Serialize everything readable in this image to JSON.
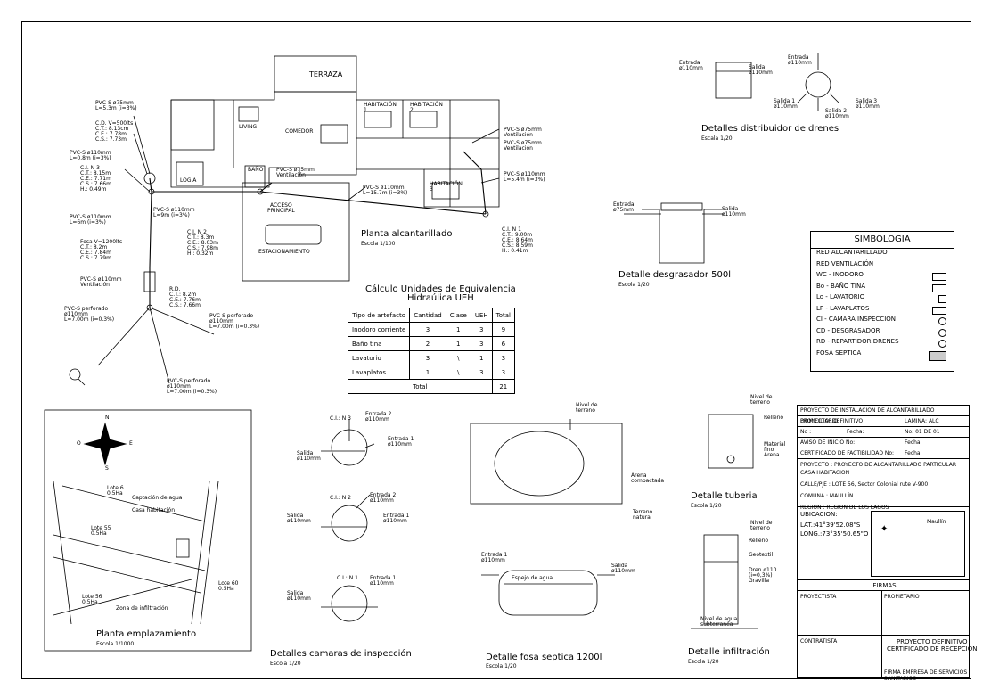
{
  "plan": {
    "title": "Planta alcantarillado",
    "scale": "Escola 1/100",
    "rooms": {
      "terraza": "TERRAZA",
      "hab1": "HABITACIÓN\n1",
      "hab2": "HABITACIÓN\n2",
      "hab3": "HABITACIÓN\n3",
      "living": "LIVING",
      "comedor": "COMEDOR",
      "bano": "BAÑO",
      "logia": "LOGIA",
      "acceso": "ACCESO\nPRINCIPAL",
      "estacionamiento": "ESTACIONAMIENTO"
    },
    "labels": {
      "pvc75_1": "PVC-S ø75mm\nL=5.3m (i=3%)",
      "cd": "C.D. V=500lts\nC.T.: 8.13cm\nC.E.: 7.78m\nC.S.: 7.73m",
      "pvc110_1": "PVC-S ø110mm\nL=0.8m (i=3%)",
      "ci3": "C.I. N 3\nC.T.: 8.15m\nC.E.: 7.71m\nC.S.: 7.66m\nH.: 0.49m",
      "pvc110_9": "PVC-S ø110mm\nL=9m (i=3%)",
      "pvc110_6": "PVC-S ø110mm\nL=6m (i=3%)",
      "fosa": "Fosa V=1200lts\nC.T.: 8.2m\nC.E.: 7.84m\nC.S.: 7.79m",
      "pvc110_vent": "PVC-S ø110mm\nVentilación",
      "rd": "R.D.\nC.T.: 8.2m\nC.E.: 7.76m\nC.S.: 7.66m",
      "perf1": "PVC-S perforado\nø110mm\nL=7.00m (i=0.3%)",
      "perf2": "PVC-S perforado\nø110mm\nL=7.00m (i=0.3%)",
      "perf3": "PVC-S perforado\nø110mm\nL=7.00m (i=0.3%)",
      "ci2": "C.I. N 2\nC.T.: 8.3m\nC.E.: 8.03m\nC.S.: 7.98m\nH.: 0.32m",
      "vent75_a": "PVC-S ø75mm\nVentilación",
      "vent75_b": "PVC-S ø75mm\nVentilación",
      "vent75_c": "PVC-S ø75mm\nVentilación",
      "pvc110_15": "PVC-S ø110mm\nL=15.7m (i=3%)",
      "pvc110_54": "PVC-S ø110mm\nL=5.4m (i=3%)",
      "ci1": "C.I. N 1\nC.T.: 9.00m\nC.E.: 8.64m\nC.S.: 8.59m\nH.: 0.41m"
    }
  },
  "calc": {
    "title": "Cálculo Unidades de Equivalencia\nHidraúlica UEH",
    "headers": [
      "Tipo de artefacto",
      "Cantidad",
      "Clase",
      "UEH",
      "Total"
    ],
    "rows": [
      [
        "Inodoro corriente",
        "3",
        "1",
        "3",
        "9"
      ],
      [
        "Baño tina",
        "2",
        "1",
        "3",
        "6"
      ],
      [
        "Lavatorio",
        "3",
        "\\",
        "1",
        "3"
      ],
      [
        "Lavaplatos",
        "1",
        "\\",
        "3",
        "3"
      ]
    ],
    "total_label": "Total",
    "total_value": "21"
  },
  "distribuidor": {
    "title": "Detalles distribuidor de drenes",
    "scale": "Escala 1/20",
    "entrada_a": "Entrada\nø110mm",
    "salida_a": "Salida\nø110mm",
    "entrada_b": "Entrada\nø110mm",
    "salida1": "Salida 1\nø110mm",
    "salida2": "Salida 2\nø110mm",
    "salida3": "Salida 3\nø110mm"
  },
  "desgrasador": {
    "title": "Detalle desgrasador 500l",
    "scale": "Escola 1/20",
    "entrada": "Entrada\nø75mm",
    "salida": "Salida\nø110mm"
  },
  "legend": {
    "title": "SIMBOLOGIA",
    "items": [
      "RED ALCANTARILLADO",
      "RED VENTILACIÓN",
      "WC - INODORO",
      "Bo - BAÑO TINA",
      "Lo - LAVATORIO",
      "LP - LAVAPLATOS",
      "CI - CAMARA INSPECCION",
      "CD - DESGRASADOR",
      "RD - REPARTIDOR DRENES",
      "FOSA SEPTICA"
    ]
  },
  "site": {
    "title": "Planta emplazamiento",
    "scale": "Escola 1/1000",
    "lote6": "Lote 6\n0.5Ha",
    "lote55": "Lote 55\n0.5Ha",
    "lote56": "Lote 56\n0.5Ha",
    "lote60": "Lote 60\n0.5Ha",
    "captacion": "Captación de agua",
    "casa": "Casa habitación",
    "zona": "Zona de infiltración"
  },
  "camaras": {
    "title": "Detalles camaras de inspección",
    "scale": "Escola 1/20",
    "ci3": "C.I.: N 3",
    "ci2": "C.I.: N 2",
    "ci1": "C.I.: N 1",
    "entrada2_a": "Entrada 2\nø110mm",
    "entrada1_a": "Entrada 1\nø110mm",
    "salida_a": "Salida\nø110mm",
    "entrada2_b": "Entrada 2\nø110mm",
    "entrada1_b": "Entrada 1\nø110mm",
    "salida_b": "Salida\nø110mm",
    "entrada1_c": "Entrada 1\nø110mm",
    "salida_c": "Salida\nø110mm"
  },
  "fosa": {
    "title": "Detalle fosa septica 1200l",
    "scale": "Escola 1/20",
    "nivel": "Nivel de\nterreno",
    "arena": "Arena\ncompactada",
    "terreno": "Terreno\nnatural",
    "entrada": "Entrada 1\nø110mm",
    "salida": "Salida\nø110mm",
    "espejo": "Espejo de agua"
  },
  "tuberia": {
    "title": "Detalle tuberia",
    "scale": "Escola 1/20",
    "nivel": "Nivel de\nterreno",
    "relleno": "Relleno",
    "material": "Material\nfino\nArena"
  },
  "infiltracion": {
    "title": "Detalle infiltración",
    "scale": "Escola 1/20",
    "nivel": "Nivel de\nterreno",
    "relleno": "Relleno",
    "geotextil": "Geotextil",
    "dren": "Dren ø110\n(i=0,3%)\nGravilla",
    "agua": "Nivel de agua\nsubterranea"
  },
  "titleblock": {
    "proyecto_title": "PROYECTO DE INSTALACION DE ALCANTARILLADO DOMICILIARIO",
    "proyecto": "PROYECTO: DEFINITIVO",
    "lamina": "LAMINA: ALC",
    "no": "No :",
    "fecha": "Fecha:",
    "no2": "No: 01 DE 01",
    "aviso": "AVISO DE INICIO   No:",
    "fecha2": "Fecha:",
    "cert": "CERTIFICADO DE FACTIBILIDAD No:",
    "fecha3": "Fecha:",
    "proyecto_desc": "PROYECTO : PROYECTO DE ALCANTARILLADO PARTICULAR\nCASA HABITACION",
    "calle": "CALLE/PJE : LOTE 56, Sector Colonial rute V-900",
    "comuna": "COMUNA   : MAULLÍN",
    "region": "REGION   : REGION DE LOS LAGOS",
    "ubicacion": "UBICACION:",
    "lat": "LAT.:41°39'52.08\"S",
    "long": "LONG.:73°35'50.65\"O",
    "maullin": "Maullín",
    "firmas": "FIRMAS",
    "proyectista": "PROYECTISTA",
    "propietario": "PROPIETARIO",
    "contratista": "CONTRATISTA",
    "cert_title": "PROYECTO DEFINITIVO\nCERTIFICADO DE RECEPCION",
    "firma": "FIRMA EMPRESA DE SERVICIOS SANITARIOS"
  }
}
